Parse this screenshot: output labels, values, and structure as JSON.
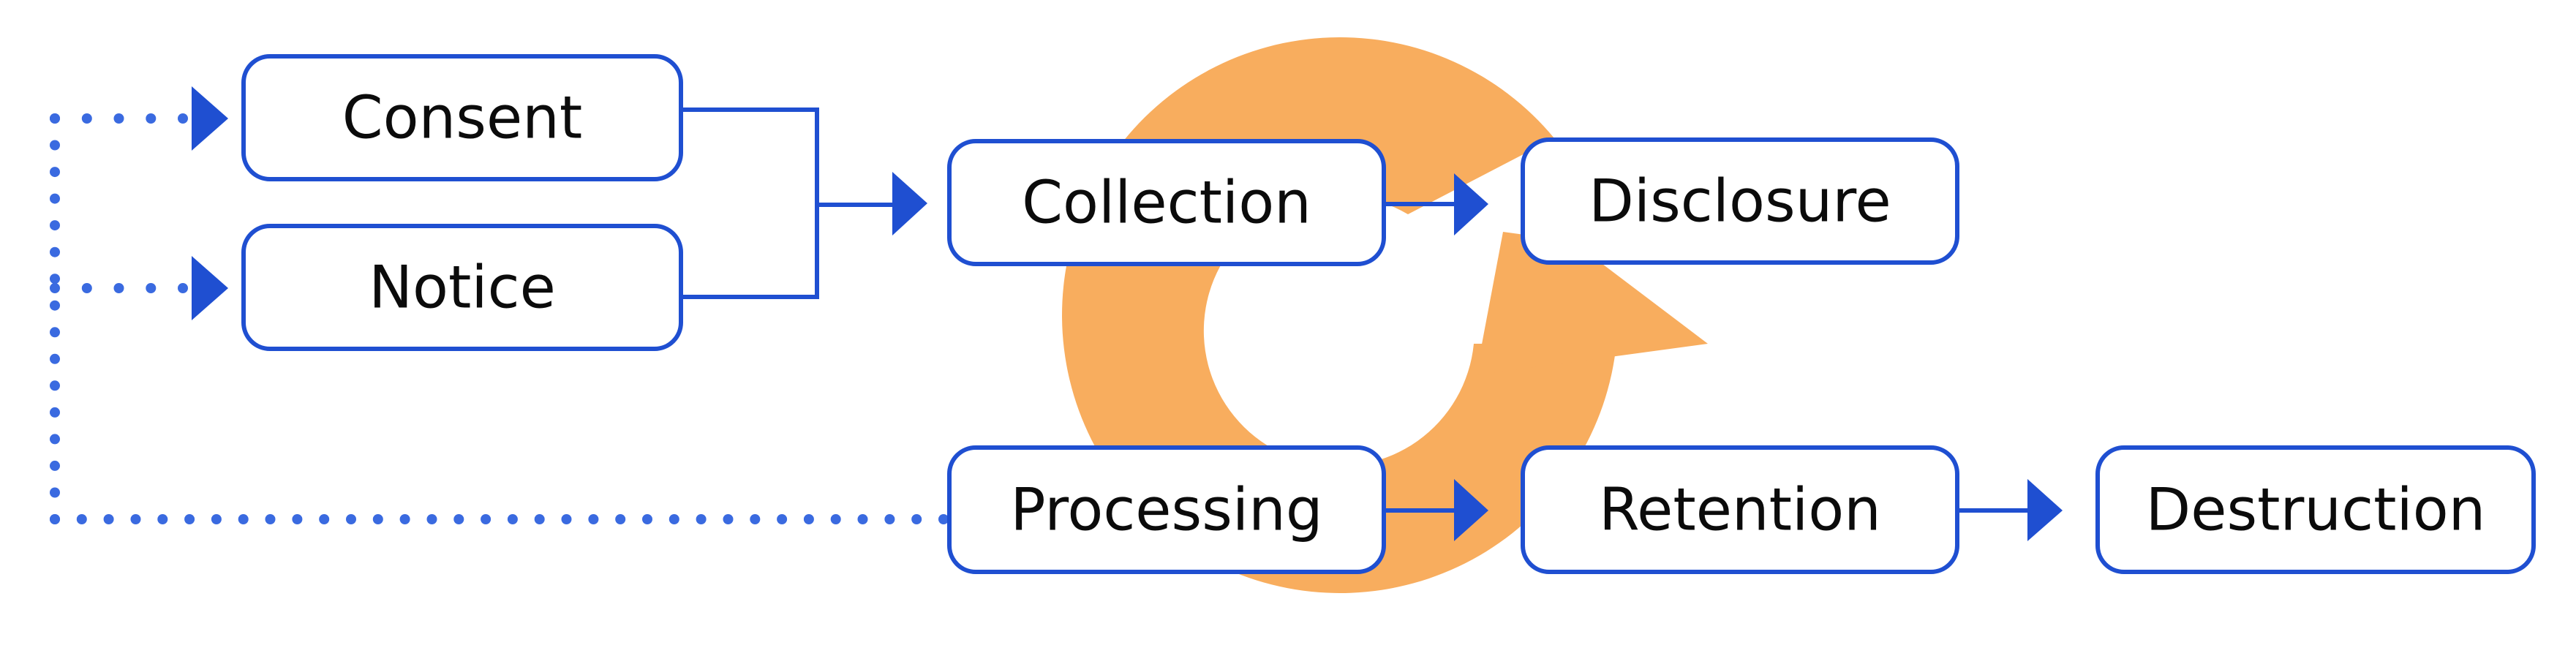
{
  "colors": {
    "box_stroke": "#1f4fd1",
    "arrow": "#1f4fd1",
    "dotted_line": "#3a6ae0",
    "cycle": "#f8ad5e",
    "text": "#0b0b0b",
    "background": "#ffffff"
  },
  "nodes": {
    "consent": "Consent",
    "notice": "Notice",
    "collection": "Collection",
    "disclosure": "Disclosure",
    "processing": "Processing",
    "retention": "Retention",
    "destruction": "Destruction"
  },
  "icons": {
    "cycle": "circular-arrow-icon"
  }
}
